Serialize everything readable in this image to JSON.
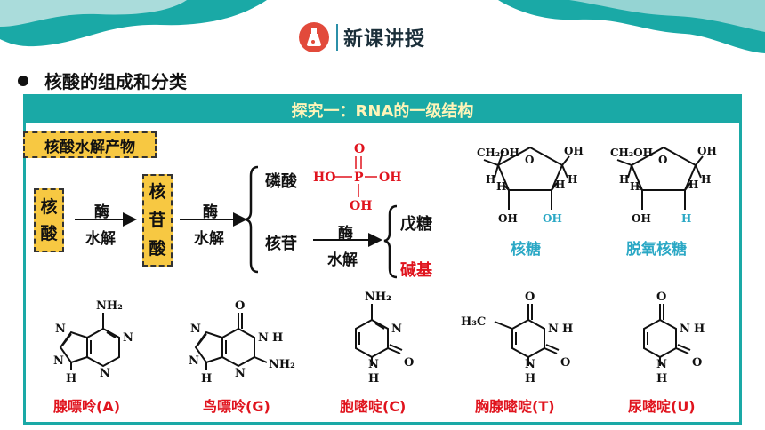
{
  "header": {
    "title": "新课讲授",
    "icon": "flask-icon"
  },
  "section_heading": "核酸的组成和分类",
  "panel_title": "探究一：RNA的一级结构",
  "hydrolysis_label": "核酸水解产物",
  "flow": {
    "nucleic_acid": [
      "核",
      "酸"
    ],
    "enzyme1": "酶",
    "hydrolysis1": "水解",
    "nucleoside_box": [
      "核",
      "苷",
      "酸"
    ],
    "enzyme2": "酶",
    "hydrolysis2": "水解",
    "phosphoric_acid": "磷酸",
    "nucleoside": "核苷",
    "enzyme3": "酶",
    "hydrolysis3": "水解",
    "pentose": "戊糖",
    "base": "碱基"
  },
  "phosphate_formula": {
    "o": "O",
    "ho": "HO",
    "p": "P",
    "oh_right": "OH",
    "oh_bottom": "OH"
  },
  "sugars": [
    {
      "name": "核糖",
      "ch2oh": "CH₂OH",
      "oh_top": "OH",
      "oh_bl": "OH",
      "oh_br": "OH",
      "h": "H"
    },
    {
      "name": "脱氧核糖",
      "ch2oh": "CH₂OH",
      "oh_top": "OH",
      "oh_bl": "OH",
      "h_br": "H",
      "h": "H"
    }
  ],
  "bases": [
    {
      "name": "腺嘌呤(A)",
      "labels": [
        "NH₂",
        "N",
        "N",
        "N",
        "N",
        "H"
      ]
    },
    {
      "name": "鸟嘌呤(G)",
      "labels": [
        "O",
        "N",
        "N",
        "H",
        "NH₂",
        "N",
        "N",
        "H"
      ]
    },
    {
      "name": "胞嘧啶(C)",
      "labels": [
        "NH₂",
        "N",
        "O",
        "N",
        "H"
      ]
    },
    {
      "name": "胸腺嘧啶(T)",
      "labels": [
        "O",
        "H₃C",
        "N",
        "H",
        "O",
        "N",
        "H"
      ]
    },
    {
      "name": "尿嘧啶(U)",
      "labels": [
        "O",
        "N",
        "H",
        "O",
        "N",
        "H"
      ]
    }
  ],
  "colors": {
    "teal": "#1aa9a6",
    "red": "#e0141e",
    "gold": "#f7c842",
    "blue": "#2ba8c5"
  }
}
